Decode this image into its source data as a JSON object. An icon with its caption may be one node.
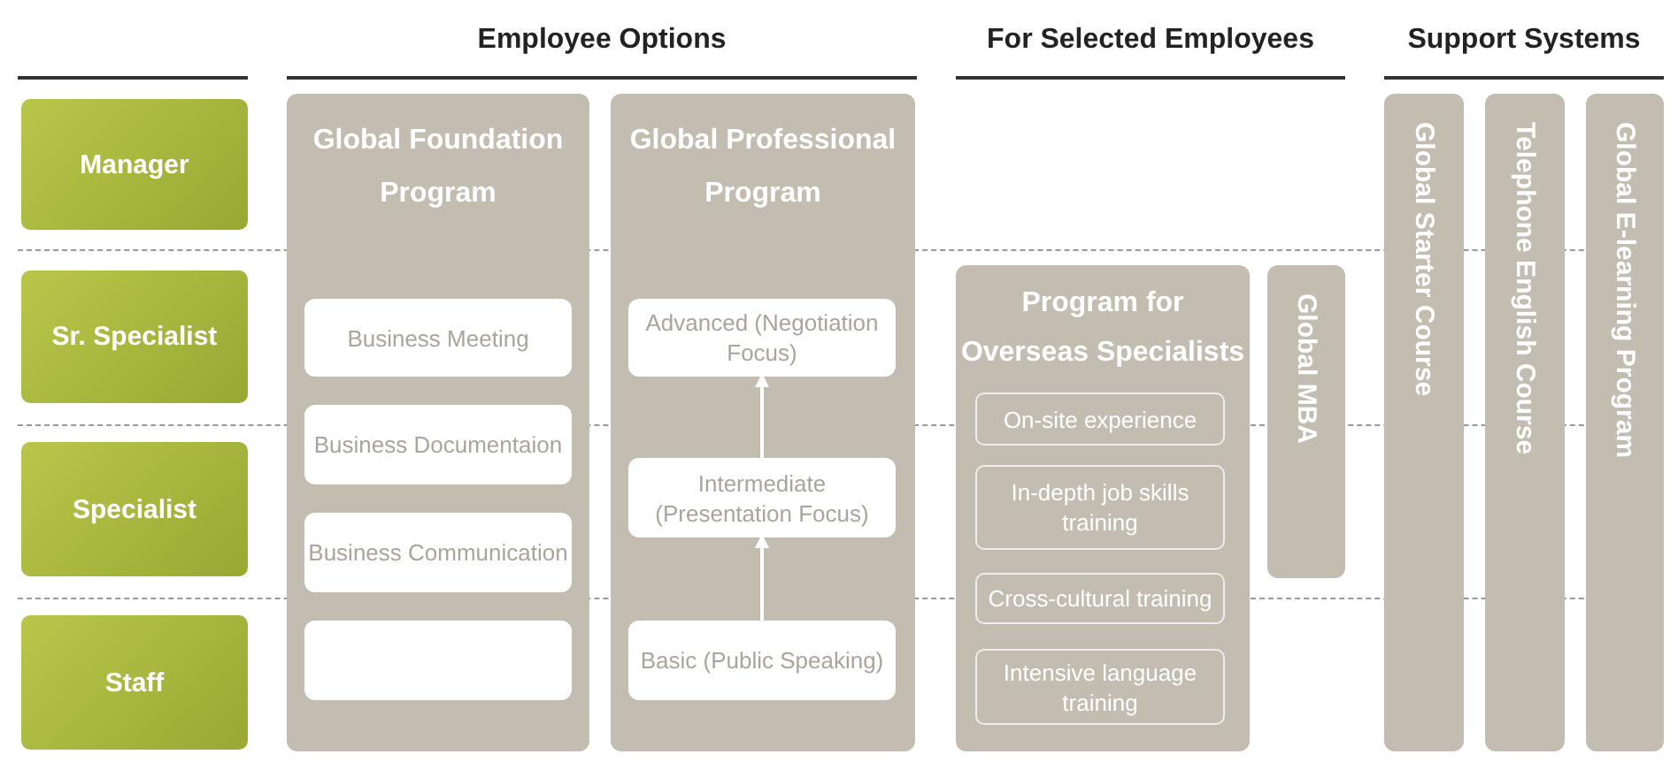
{
  "diagram": {
    "nodes": [
      {
        "text": [
          "Manager"
        ]
      },
      {
        "text": [
          "Sr. Specialist"
        ]
      },
      {
        "text": [
          "Specialist"
        ]
      },
      {
        "text": [
          "Staff"
        ]
      },
      {
        "text": [
          "Global Foundation Program"
        ]
      },
      {
        "text": [
          "Business Meeting"
        ],
        "in": 4
      },
      {
        "text": [
          "Business Documentaion"
        ],
        "in": 4
      },
      {
        "text": [
          "Business Communication"
        ],
        "in": 4
      },
      {
        "text": [],
        "shape": "box",
        "in": 4
      },
      {
        "text": [
          "Global Professional Program"
        ]
      },
      {
        "text": [
          "Advanced (Negotiation Focus)"
        ],
        "in": 9
      },
      {
        "text": [
          "Intermediate (Presentation Focus)"
        ],
        "in": 9
      },
      {
        "text": [
          "Basic (Public Speaking)"
        ],
        "in": 9
      },
      {
        "text": [
          "Program for Overseas Specialists"
        ]
      },
      {
        "text": [
          "On-site experience"
        ],
        "in": 13
      },
      {
        "text": [
          "In-depth job skills training"
        ],
        "in": 13
      },
      {
        "text": [
          "Cross-cultural training"
        ],
        "in": 13
      },
      {
        "text": [
          "Intensive language training"
        ],
        "in": 13
      },
      {
        "text": [
          "Global MBA"
        ]
      },
      {
        "text": [
          "Global Starter Course"
        ]
      },
      {
        "text": [
          "Telephone English Course"
        ]
      },
      {
        "text": [
          "Global E-learning Program"
        ]
      }
    ],
    "edges": [
      {
        "from": 12,
        "to": 11,
        "arrow": "to"
      },
      {
        "from": 11,
        "to": 10,
        "arrow": "to"
      }
    ],
    "labels": [
      "Employee Options",
      "For Selected Employees",
      "Support Systems"
    ]
  }
}
